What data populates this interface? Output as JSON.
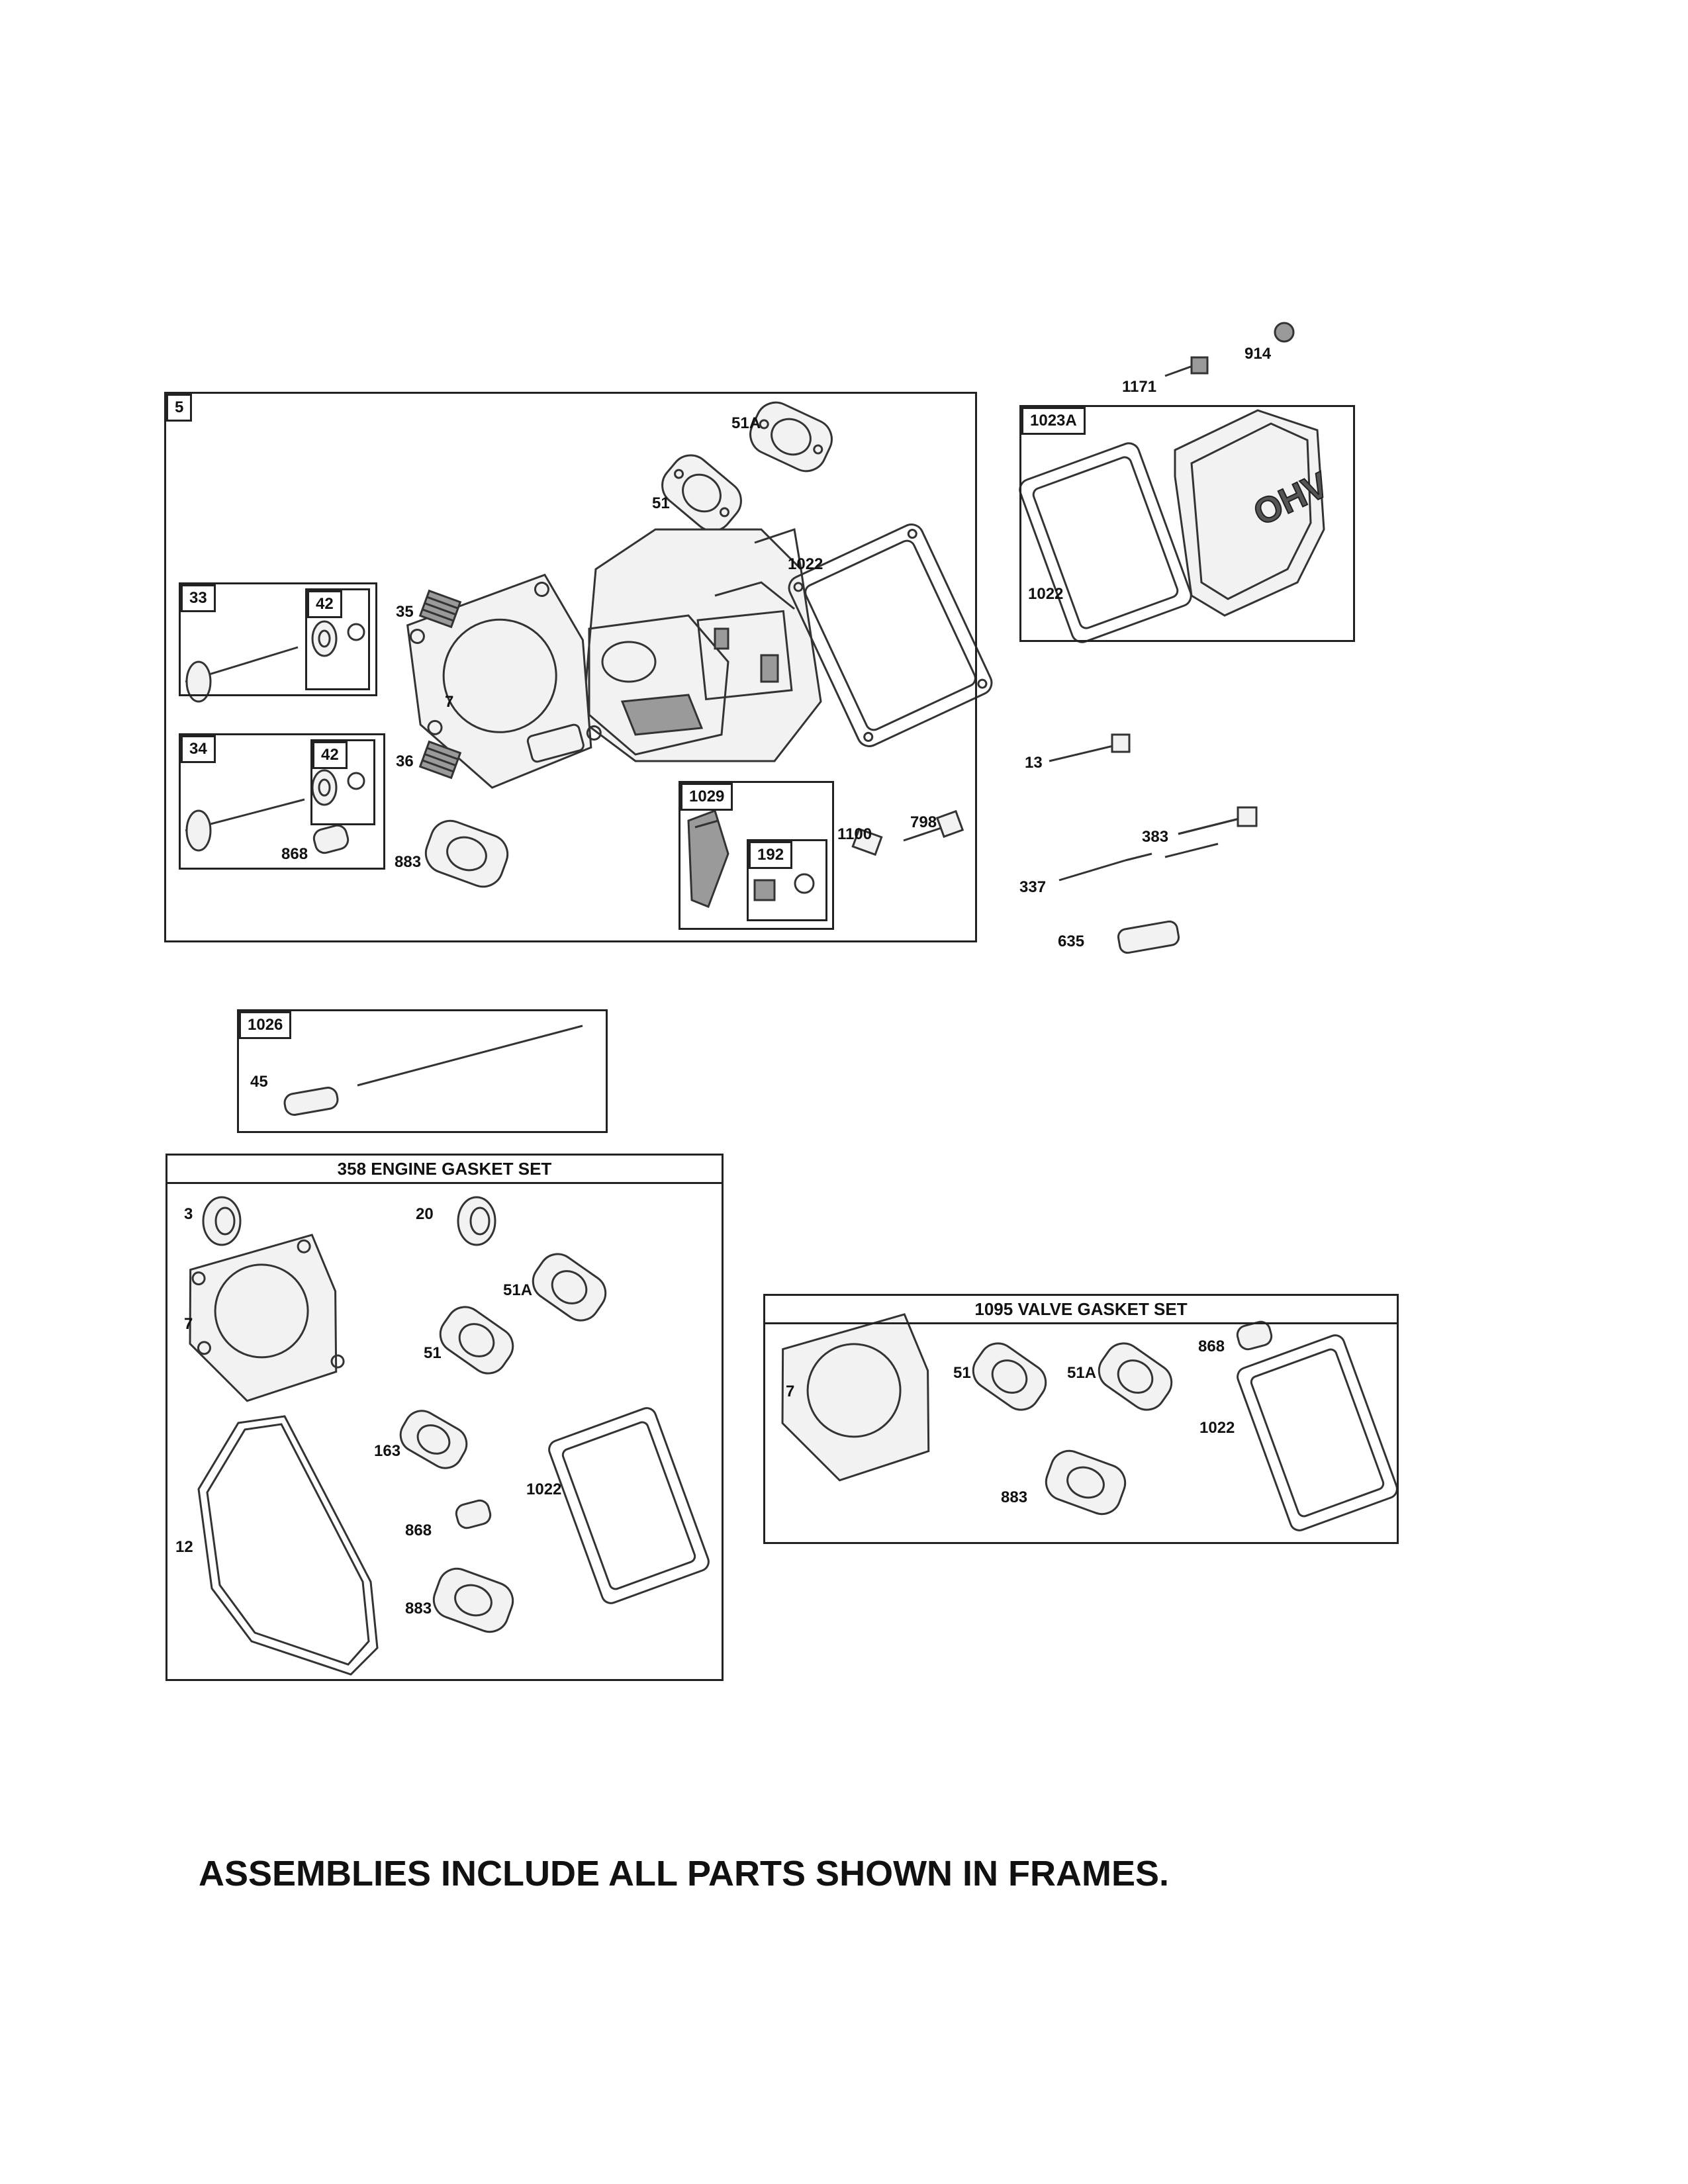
{
  "assemblies": {
    "main": "5",
    "valve_33": "33",
    "valve_34": "34",
    "retainer_a": "42",
    "retainer_b": "42",
    "rocker": "1029",
    "rocker_sub": "192",
    "cover": "1023A",
    "pushrod": "1026"
  },
  "kits": {
    "engine_gasket_set": "358 ENGINE GASKET SET",
    "valve_gasket_set": "1095 VALVE GASKET SET"
  },
  "labels": {
    "main": [
      "51A",
      "51",
      "1022",
      "35",
      "7",
      "36",
      "868",
      "883",
      "1100",
      "798"
    ],
    "cover": [
      "1171",
      "914",
      "1022"
    ],
    "loose": [
      "13",
      "383",
      "337",
      "635"
    ],
    "pushrod": [
      "45"
    ],
    "engine_gasket": [
      "3",
      "20",
      "51A",
      "7",
      "51",
      "163",
      "1022",
      "12",
      "868",
      "883"
    ],
    "valve_gasket": [
      "868",
      "51",
      "51A",
      "7",
      "1022",
      "883"
    ]
  },
  "footer": "ASSEMBLIES INCLUDE ALL PARTS SHOWN IN FRAMES."
}
